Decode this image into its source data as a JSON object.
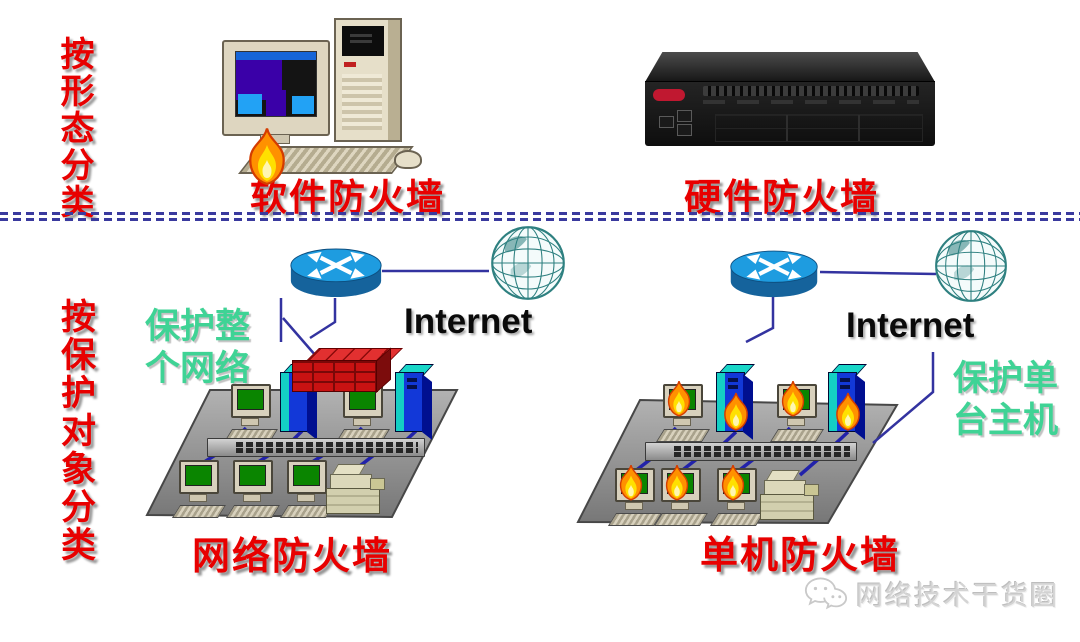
{
  "colors": {
    "caption_red": "#e80000",
    "note_green": "#3fd395",
    "line_blue": "#3333a0",
    "divider_blue": "#3a3a9e",
    "router_blue": "#1e9ce0",
    "globe_teal": "#2e8080",
    "platform_gray": "#9a9a9a",
    "brick_red": "#c81212"
  },
  "sections": {
    "by_form": {
      "side_label": "按形态分类",
      "software": {
        "caption": "软件防火墙"
      },
      "hardware": {
        "caption": "硬件防火墙"
      }
    },
    "by_target": {
      "side_label": "按保护对象分类",
      "network": {
        "internet_label": "Internet",
        "note_line1": "保护整",
        "note_line2": "个网络",
        "caption": "网络防火墙"
      },
      "host": {
        "internet_label": "Internet",
        "note_line1": "保护单",
        "note_line2": "台主机",
        "caption": "单机防火墙"
      }
    }
  },
  "watermark": {
    "text": "网络技术干货圈"
  }
}
